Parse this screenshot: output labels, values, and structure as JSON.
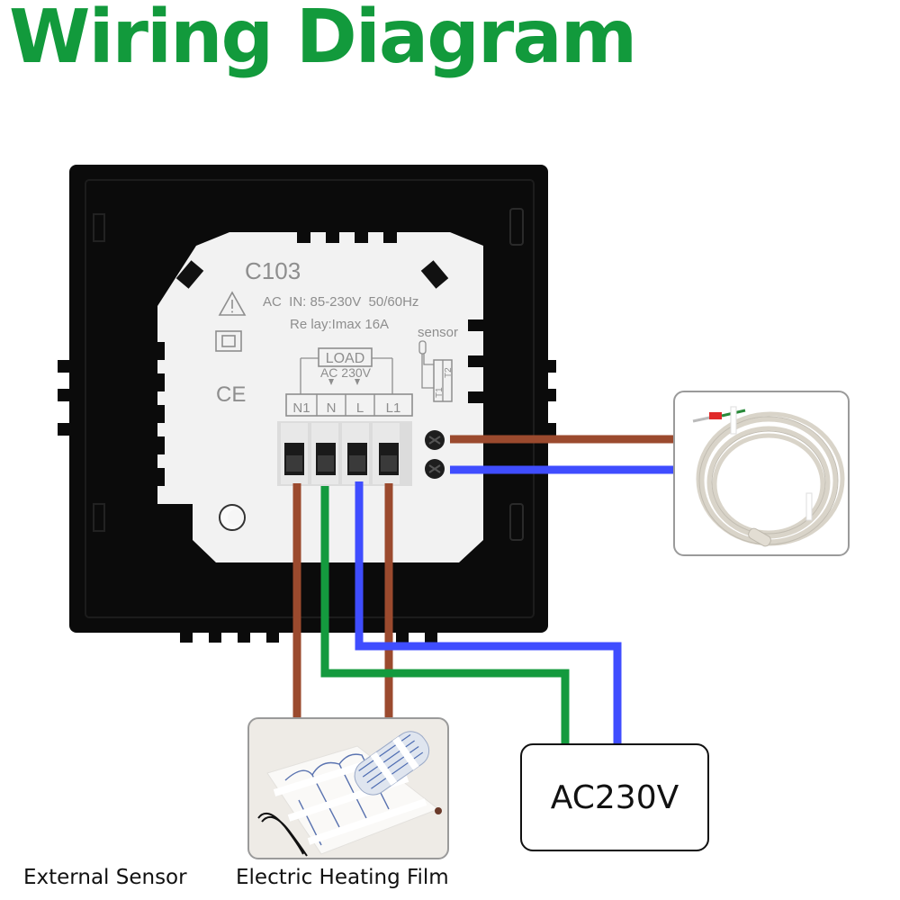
{
  "title": "Wiring Diagram",
  "device": {
    "model": "C103",
    "spec_input": "AC  IN: 85-230V  50/60Hz",
    "spec_relay": "Re lay:Imax 16A",
    "load_label": "LOAD",
    "load_voltage": "AC 230V",
    "sensor_label": "sensor",
    "sensor_terminals": [
      "T1",
      "T2"
    ],
    "terminals": [
      "N1",
      "N",
      "L",
      "L1"
    ],
    "ce_mark": "CE"
  },
  "wire_colors": {
    "brown": "#9b4a2e",
    "green": "#149a3e",
    "blue": "#3f4dff"
  },
  "power_box": {
    "label": "AC230V"
  },
  "captions": {
    "external_sensor": "External Sensor",
    "heating_film": "Electric Heating Film"
  },
  "connections": [
    {
      "from": "N1",
      "to": "Electric Heating Film",
      "color": "brown"
    },
    {
      "from": "L1",
      "to": "Electric Heating Film",
      "color": "brown"
    },
    {
      "from": "N",
      "to": "AC230V",
      "color": "green"
    },
    {
      "from": "L",
      "to": "AC230V",
      "color": "blue"
    },
    {
      "from": "T1",
      "to": "External Sensor",
      "color": "brown"
    },
    {
      "from": "T2",
      "to": "External Sensor",
      "color": "blue"
    }
  ],
  "theme": {
    "title_color": "#129a3c"
  }
}
